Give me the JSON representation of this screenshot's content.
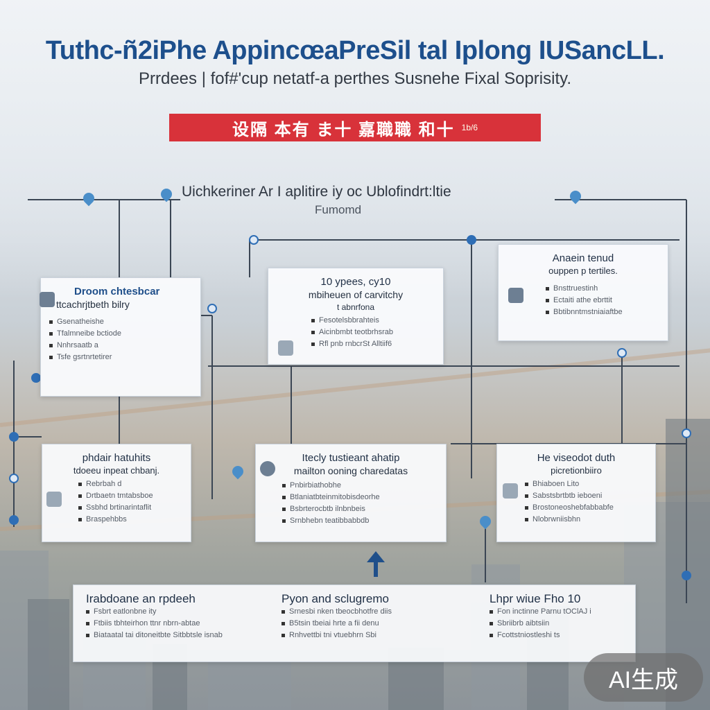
{
  "header": {
    "title": "Tuthc-ñ2iPhe AppincœaPreSil tal Iplong IUSancLL.",
    "subtitle": "Prrdees | fof#'cup netatf-a perthes Susnehe Fixal Soprisity.",
    "banner_main": "设隔 本有 ま十 嘉職職 和十",
    "banner_small": "1b/6"
  },
  "section": {
    "label": "Uichkeriner Ar I aplitire iy oc Ublofindrt:ltie",
    "sublabel": "Fumomd"
  },
  "cards": {
    "top_left": {
      "title": "Droom chtesbcar",
      "subtitle": "ttcachrjtbeth bilry",
      "lines": [
        "Gsenatheishe",
        "Tfalmneibe bctiode",
        "Nnhrsaatb a",
        "Tsfe gsrtnrtetirer"
      ]
    },
    "top_middle": {
      "title": "10 ypees, cy10",
      "subtitle": "mbiheuen of carvitchy",
      "subtitle2": "t abnrfona",
      "lines": [
        "Fesotelsbbrahteis",
        "Aicinbmbt teotbrhsrab",
        "Rfl pnb rnbcrSt Alltiif6"
      ]
    },
    "top_right": {
      "title": "Anaein tenud",
      "subtitle": "ouppen p tertiles.",
      "lines": [
        "Bnsttruestinh",
        "Ectaiti athe ebrttit",
        "Bbtibnntmstniaiaftbe"
      ]
    },
    "mid_left": {
      "title": "phdair hatuhits",
      "subtitle": "tdoeeu inpeat chbanj.",
      "lines": [
        "Rebrbah d",
        "Drtbaetn tmtabsboe",
        "Ssbhd brtinarintaflit",
        "Braspehbbs"
      ]
    },
    "mid_middle": {
      "title": "Itecly tustieant ahatip",
      "subtitle": "mailton ooning charedatas",
      "lines": [
        "Pnbirbiathobhe",
        "Btlaniatbteinmitobisdeorhe",
        "Bsbrterocbtb ilnbnbeis",
        "Srnbhebn teatibbabbdb"
      ]
    },
    "mid_right": {
      "title": "He viseodot duth",
      "subtitle": "picretionbiiro",
      "lines": [
        "Bhiaboen Lito",
        "Sabstsbrtbtb ieboeni",
        "Brostoneoshebfabbabfe",
        "Nlobrwniisbhn"
      ]
    }
  },
  "bottom": {
    "col1": {
      "title": "Irabdoane an rpdeeh",
      "lines": [
        "Fsbrt eatlonbne ity",
        "Ftbiis tbhteirhon ttnr nbrn-abtae",
        "Biataatal tai ditoneitbte Sitbbtsle isnab"
      ]
    },
    "col2": {
      "title": "Pyon and sclugremo",
      "lines": [
        "Srnesbi nken tbeocbhotfre diis",
        "B5tsin tbeiai hrte a fii denu",
        "Rnhvettbi tni vtuebhrn Sbi"
      ]
    },
    "col3": {
      "title": "Lhpr wiue Fho 10",
      "lines": [
        "Fon inctinne Parnu tOClAJ i",
        "Sbriibrb aibtsiin",
        "Fcottstniostleshi ts"
      ]
    }
  },
  "badge": {
    "label": "AI生成"
  },
  "colors": {
    "title": "#1d4f8c",
    "banner": "#d8323a",
    "node": "#2f6eb5"
  }
}
